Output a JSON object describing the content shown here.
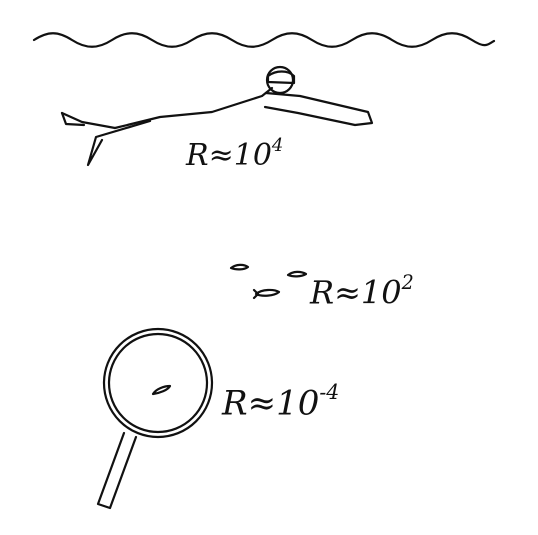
{
  "figure": {
    "scenes": [
      {
        "id": "swimmer",
        "subject": "human swimmer",
        "symbol": "R",
        "approx": "≈10",
        "exponent": "4"
      },
      {
        "id": "fish",
        "subject": "small fish",
        "symbol": "R",
        "approx": "≈10",
        "exponent": "2"
      },
      {
        "id": "microorganism",
        "subject": "microorganism under magnifying glass",
        "symbol": "R",
        "approx": "≈10",
        "exponent": "-4"
      }
    ],
    "colors": {
      "ink": "#111111",
      "background": "#ffffff"
    }
  }
}
